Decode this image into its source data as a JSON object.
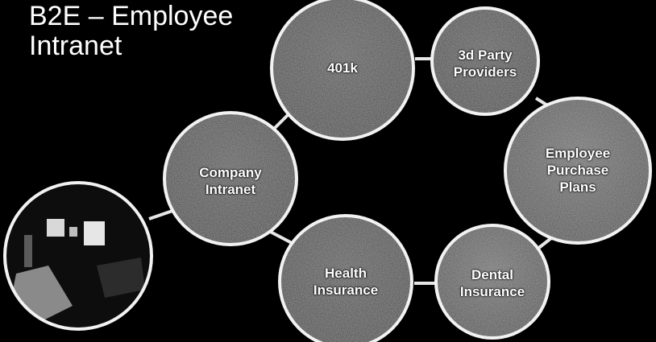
{
  "title": {
    "line1": "B2E – Employee",
    "line2": "Intranet"
  },
  "nodes": {
    "n401k": {
      "lines": [
        "401k"
      ]
    },
    "third_party": {
      "lines": [
        "3d Party",
        "Providers"
      ]
    },
    "purchase_plans": {
      "lines": [
        "Employee",
        "Purchase",
        "Plans"
      ]
    },
    "company_intranet": {
      "lines": [
        "Company",
        "Intranet"
      ]
    },
    "health": {
      "lines": [
        "Health",
        "Insurance"
      ]
    },
    "dental": {
      "lines": [
        "Dental",
        "Insurance"
      ]
    }
  },
  "colors": {
    "background": "#000000",
    "node_fill": "#3a3a3a",
    "node_stroke": "#f2f2f2",
    "connector": "#e6e6e6",
    "text": "#ffffff"
  }
}
